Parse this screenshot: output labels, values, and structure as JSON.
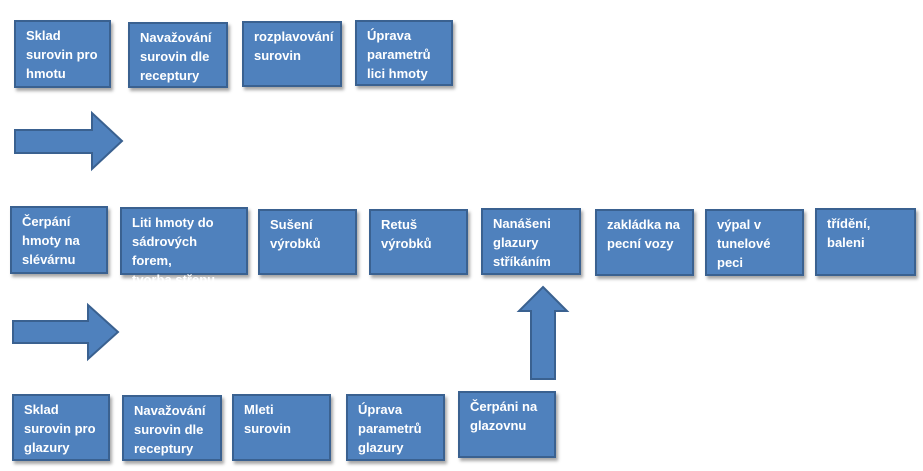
{
  "colors": {
    "box_fill": "#4f81bd",
    "box_border": "#3a6190",
    "text": "#ffffff",
    "background": "#ffffff"
  },
  "row1": [
    "Sklad\nsurovin pro\nhmotu",
    "Navažování\nsurovin dle\nreceptury",
    "rozplavování\nsurovin",
    "Úprava\nparametrů\nlici hmoty"
  ],
  "row2": [
    "Čerpání\nhmoty na\nslévárnu",
    "Liti hmoty do\nsádrových forem,\ntvorba střepu",
    "Sušení\nvýrobků",
    "Retuš\nvýrobků",
    "Nanášeni\nglazury\nstříkáním",
    "zakládka na\npecní vozy",
    "výpal v\ntunelové\npeci",
    "třídění,\nbaleni"
  ],
  "row3": [
    "Sklad\nsurovin pro\nglazury",
    "Navažování\nsurovin dle\nreceptury",
    "Mleti\nsurovin",
    "Úprava\nparametrů\nglazury",
    "Čerpáni na\nglazovnu"
  ],
  "arrows": [
    "right-arrow-icon",
    "right-arrow-icon",
    "up-arrow-icon"
  ]
}
